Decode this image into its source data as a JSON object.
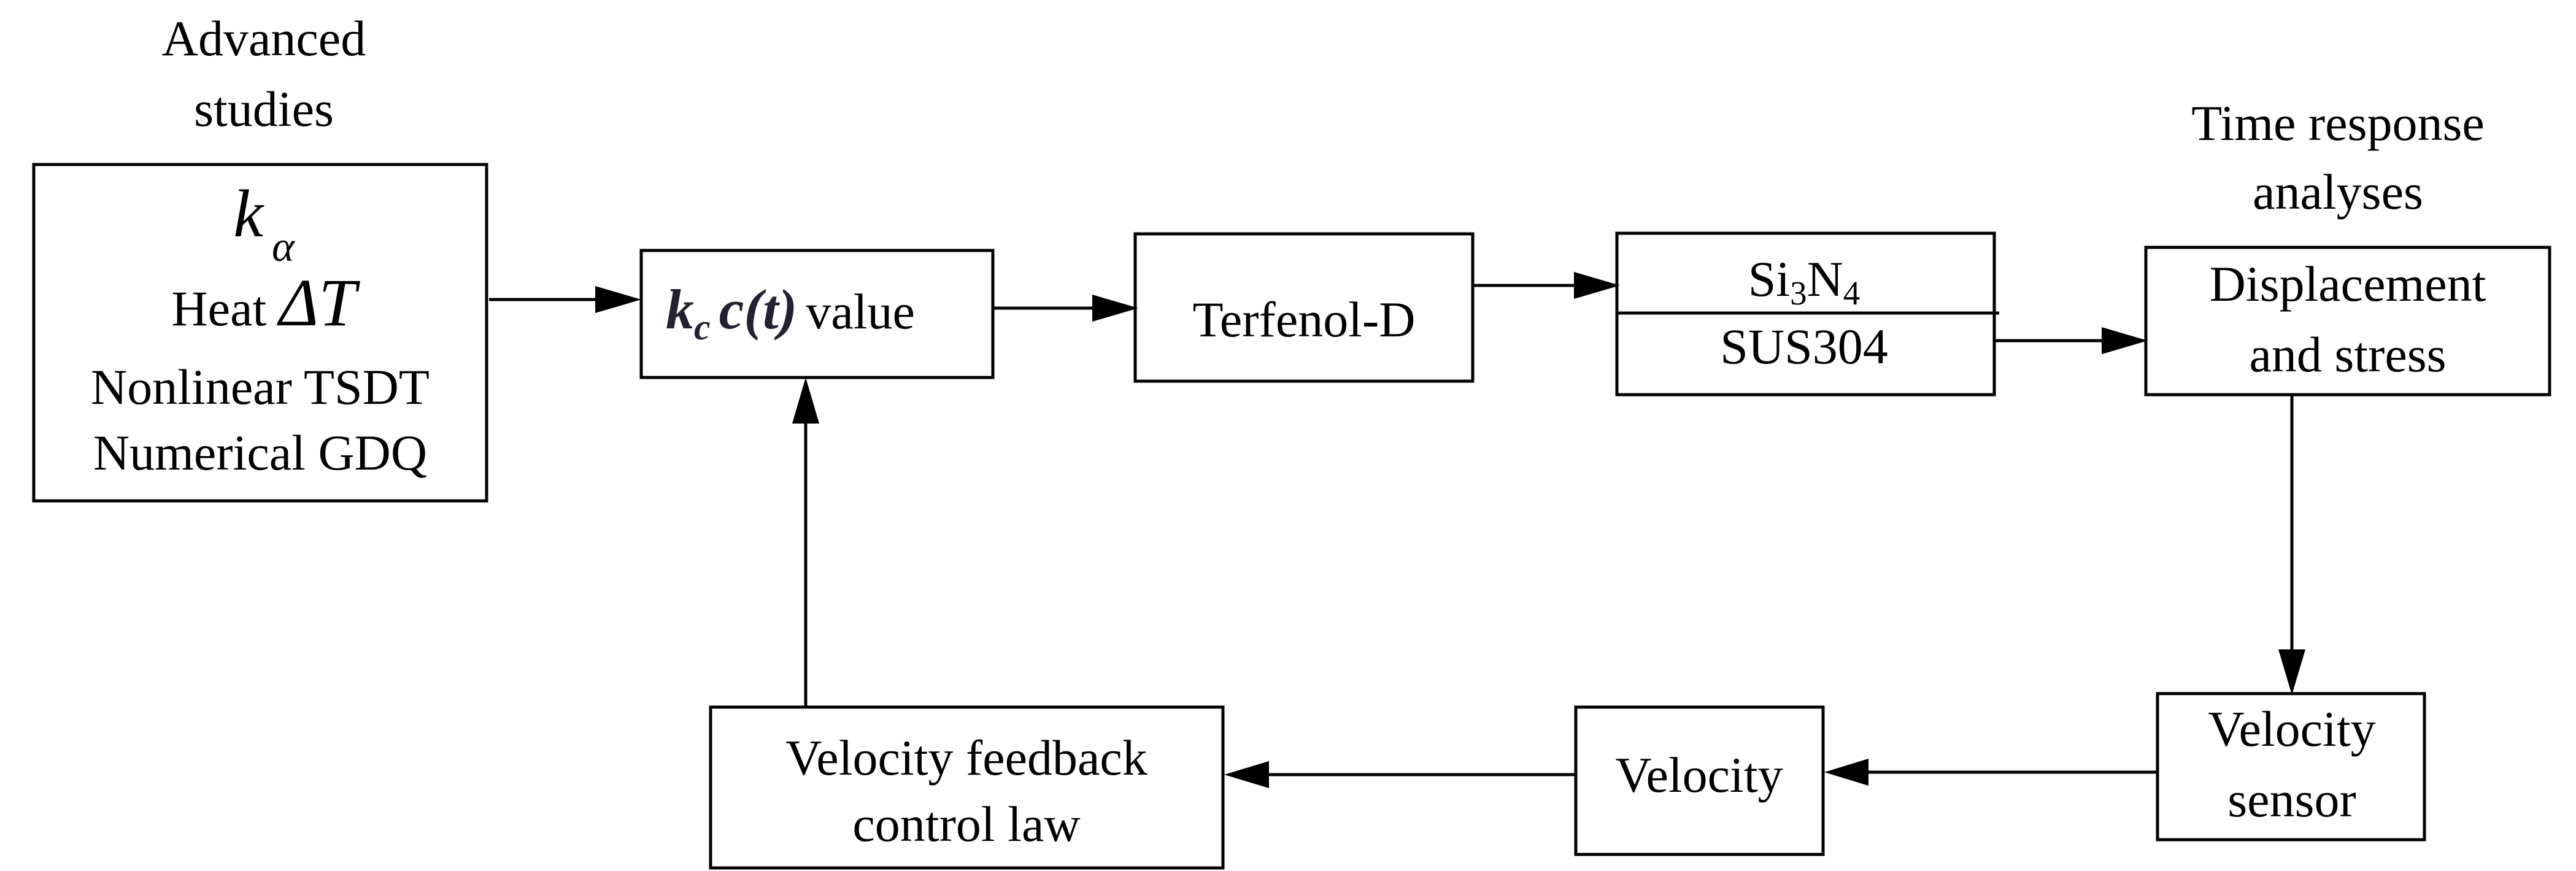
{
  "labels": {
    "advanced_line1": "Advanced",
    "advanced_line2": "studies",
    "time_line1": "Time response",
    "time_line2": "analyses"
  },
  "boxes": {
    "params": {
      "k_base": "k",
      "k_sub": "α",
      "heat": "Heat ",
      "delta_t": "ΔT",
      "tsdt": "Nonlinear TSDT",
      "gdq": "Numerical GDQ"
    },
    "control": {
      "kc": "k",
      "kc_sub": "c",
      "ct": "c(t)",
      "value": "value"
    },
    "terfenol": "Terfenol-D",
    "material": {
      "si_base": "Si",
      "si_sub": "3",
      "n_base": "N",
      "n_sub": "4",
      "sus": "SUS304"
    },
    "displacement": {
      "line1": "Displacement",
      "line2": "and stress"
    },
    "sensor": {
      "line1": "Velocity",
      "line2": "sensor"
    },
    "velocity": "Velocity",
    "feedback": {
      "line1": "Velocity feedback",
      "line2": "control law"
    }
  }
}
